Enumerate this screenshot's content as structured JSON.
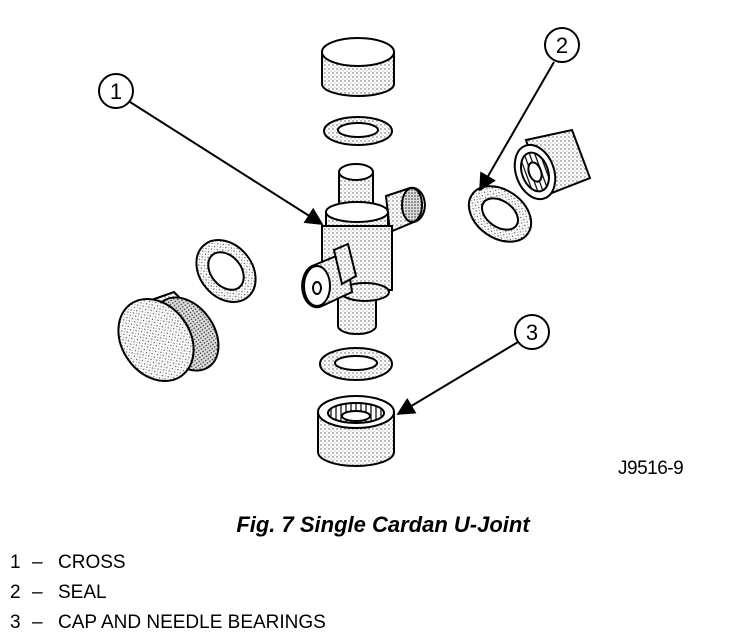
{
  "callouts": [
    "1",
    "2",
    "3"
  ],
  "figure_id": "J9516-9",
  "caption": "Fig. 7 Single Cardan U-Joint",
  "legend": [
    {
      "num": "1",
      "dash": "–",
      "text": "CROSS"
    },
    {
      "num": "2",
      "dash": "–",
      "text": "SEAL"
    },
    {
      "num": "3",
      "dash": "–",
      "text": "CAP AND NEEDLE BEARINGS"
    }
  ]
}
